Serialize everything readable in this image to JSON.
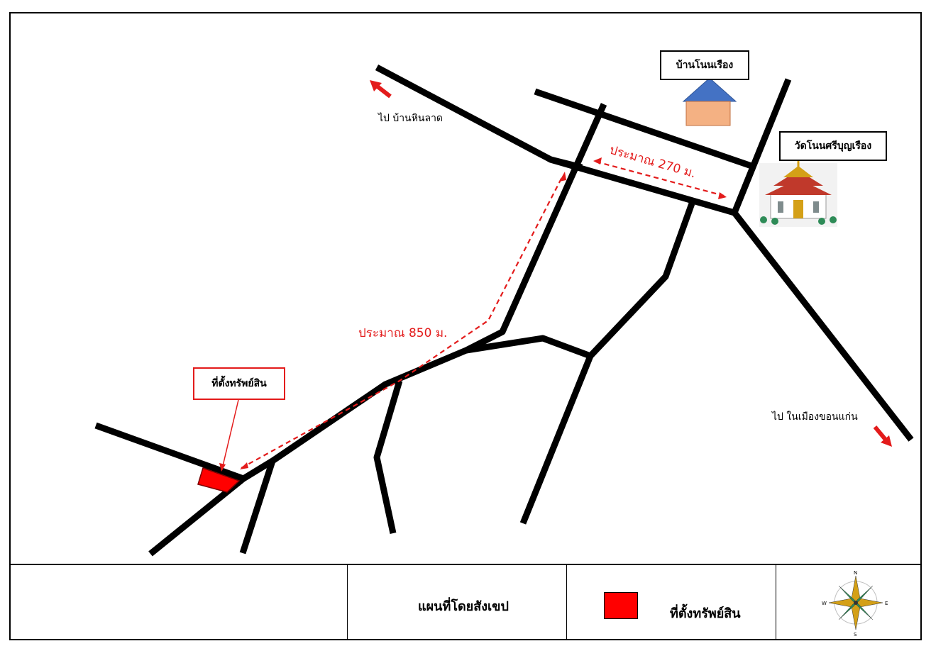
{
  "labels": {
    "village": "บ้านโนนเรือง",
    "temple": "วัดโนนศรีบุญเรือง",
    "property": "ที่ตั้งทรัพย์สิน",
    "to_hinlat": "ไป บ้านหินลาด",
    "to_khonkaen": "ไป ในเมืองขอนแก่น",
    "distance_270": "ประมาณ 270 ม.",
    "distance_850": "ประมาณ 850 ม."
  },
  "legend": {
    "title": "แผนที่โดยสังเขป",
    "property_label": "ที่ตั้งทรัพย์สิน"
  },
  "compass": {
    "n": "N",
    "s": "S",
    "e": "E",
    "w": "W"
  },
  "colors": {
    "accent_red": "#e31b1b",
    "property_fill": "#ff0000",
    "house_roof": "#4472c4",
    "house_body": "#f4b183",
    "road": "#000000"
  },
  "icons": [
    "arrow-icon",
    "house-icon",
    "temple-icon",
    "compass-icon"
  ]
}
